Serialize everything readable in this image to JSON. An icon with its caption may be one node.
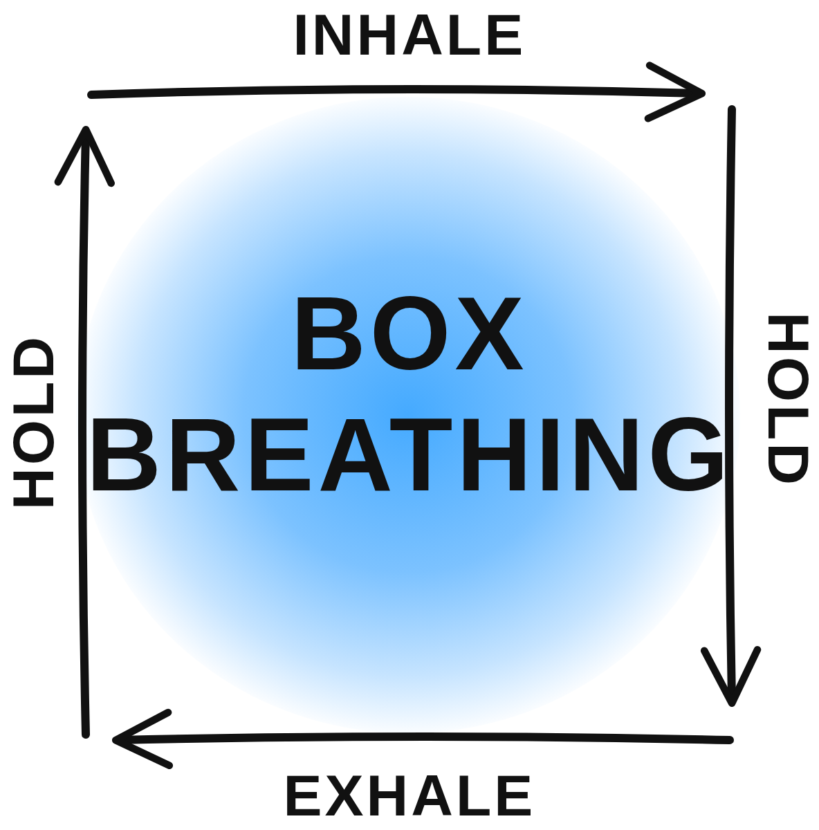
{
  "diagram": {
    "title": "BOX BREATHING",
    "labels": [
      "INHALE",
      "HOLD",
      "HOLD",
      "EXHALE"
    ]
  }
}
